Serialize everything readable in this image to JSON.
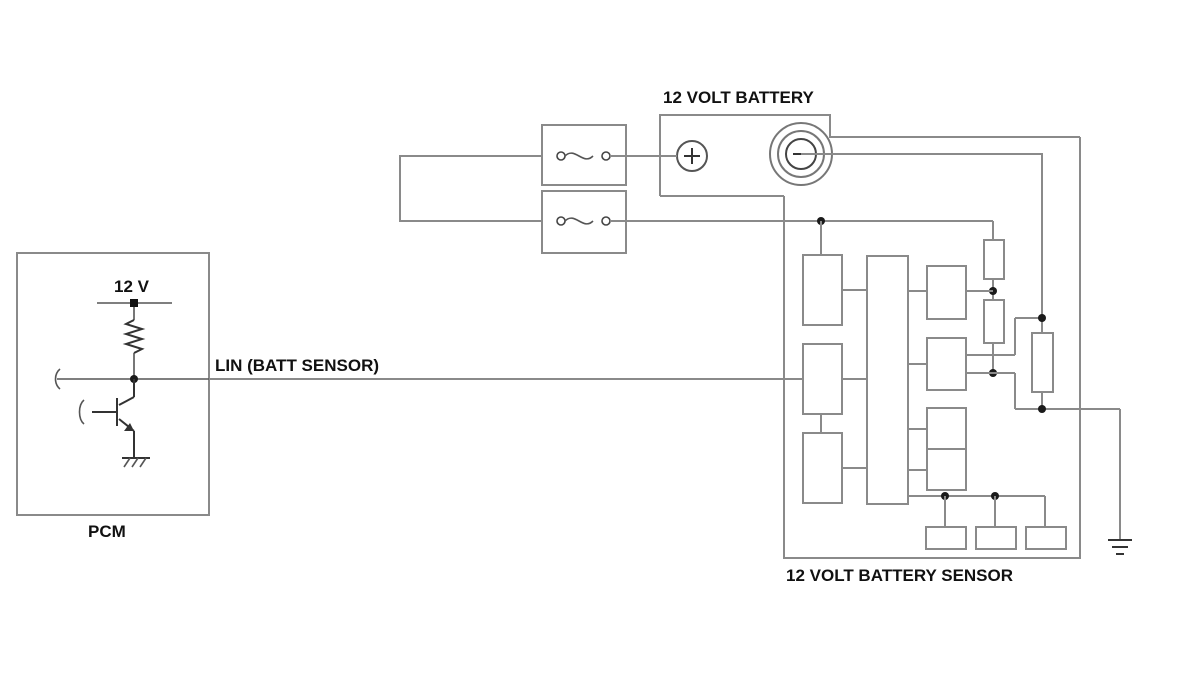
{
  "labels": {
    "battery": "12 VOLT BATTERY",
    "battery_sensor": "12 VOLT BATTERY SENSOR",
    "pcm": "PCM",
    "supply": "12 V",
    "lin": "LIN (BATT SENSOR)"
  },
  "colors": {
    "wire": "#8a8a8a",
    "text": "#111111",
    "junction": "#1a1a1a"
  },
  "icons": {
    "positive_terminal": "plus-terminal-icon",
    "negative_terminal": "minus-terminal-icon",
    "fuse": "fuse-icon",
    "resistor": "resistor-icon",
    "transistor": "npn-transistor-icon",
    "ground": "ground-icon"
  }
}
